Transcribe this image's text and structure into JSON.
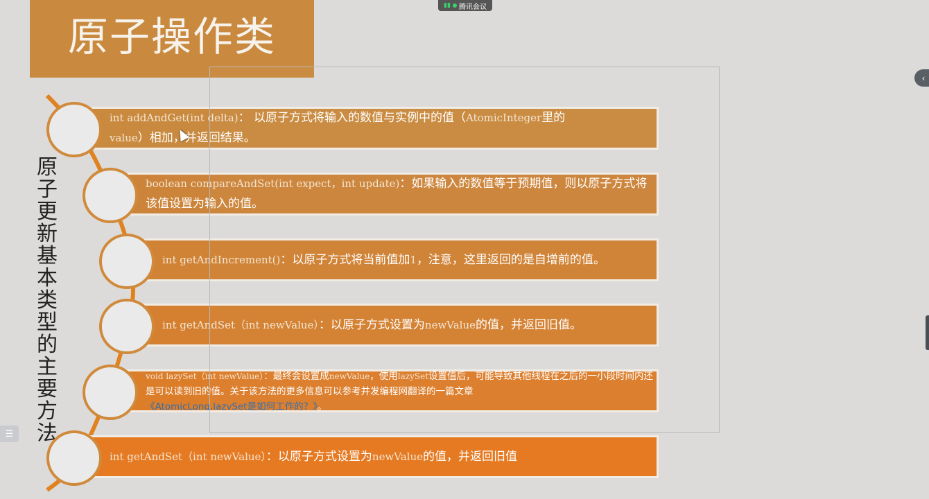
{
  "meeting_app": {
    "name": "腾讯会议"
  },
  "slide": {
    "title": "原子操作类",
    "side_label": "原子更新基本类型的主要方法",
    "items": [
      {
        "code_a": "int addAndGet(int delta)",
        "text_a": "： 以原子方式将输入的数值与实例中的值（",
        "code_b": "AtomicInteger",
        "text_b": "里的",
        "code_c": "value",
        "text_c": "）相加，并返回结果。"
      },
      {
        "code_a": "boolean compareAndSet(int expect，int update)",
        "text_a": "：如果输入的数值等于预期值，则以原子方式将该值设置为输入的值。"
      },
      {
        "code_a": "int getAndIncrement()",
        "text_a": "：以原子方式将当前值加",
        "code_b": "1",
        "text_b": "，注意，这里返回的是自增前的值。"
      },
      {
        "code_a": "int getAndSet（int newValue）",
        "text_a": "：以原子方式设置为",
        "code_b": "newValue",
        "text_b": "的值，并返回旧值。"
      },
      {
        "code_a": "void lazySet（int newValue）",
        "text_a": "：最终会设置成",
        "code_b": "newValue",
        "text_b": "，使用",
        "code_c": "lazySet",
        "text_c": "设置值后，可能导致其他线程在之后的一小段时间内还是可以读到旧的值。关于该方法的更多信息可以参考并发编程网翻译的一篇文章",
        "link": "《AtomicLong.lazySet是如何工作的？》",
        "tail": "。"
      },
      {
        "code_a": "int getAndSet（int newValue）",
        "text_a": "：以原子方式设置为",
        "code_b": "newValue",
        "text_b": "的值，并返回旧值"
      }
    ]
  },
  "colors": {
    "title_bg": "#c98a3f",
    "row_1": "#c98a3f",
    "row_2": "#cc843a",
    "row_3": "#d08235",
    "row_4": "#d48030",
    "row_5": "#dc7d2a",
    "row_6": "#e57a22",
    "curve": "#e0821f",
    "background": "#dcdbda"
  },
  "icons": {
    "collapse_right": "chevron-left-icon",
    "toc": "list-icon",
    "meeting": "signal-bars-icon"
  }
}
